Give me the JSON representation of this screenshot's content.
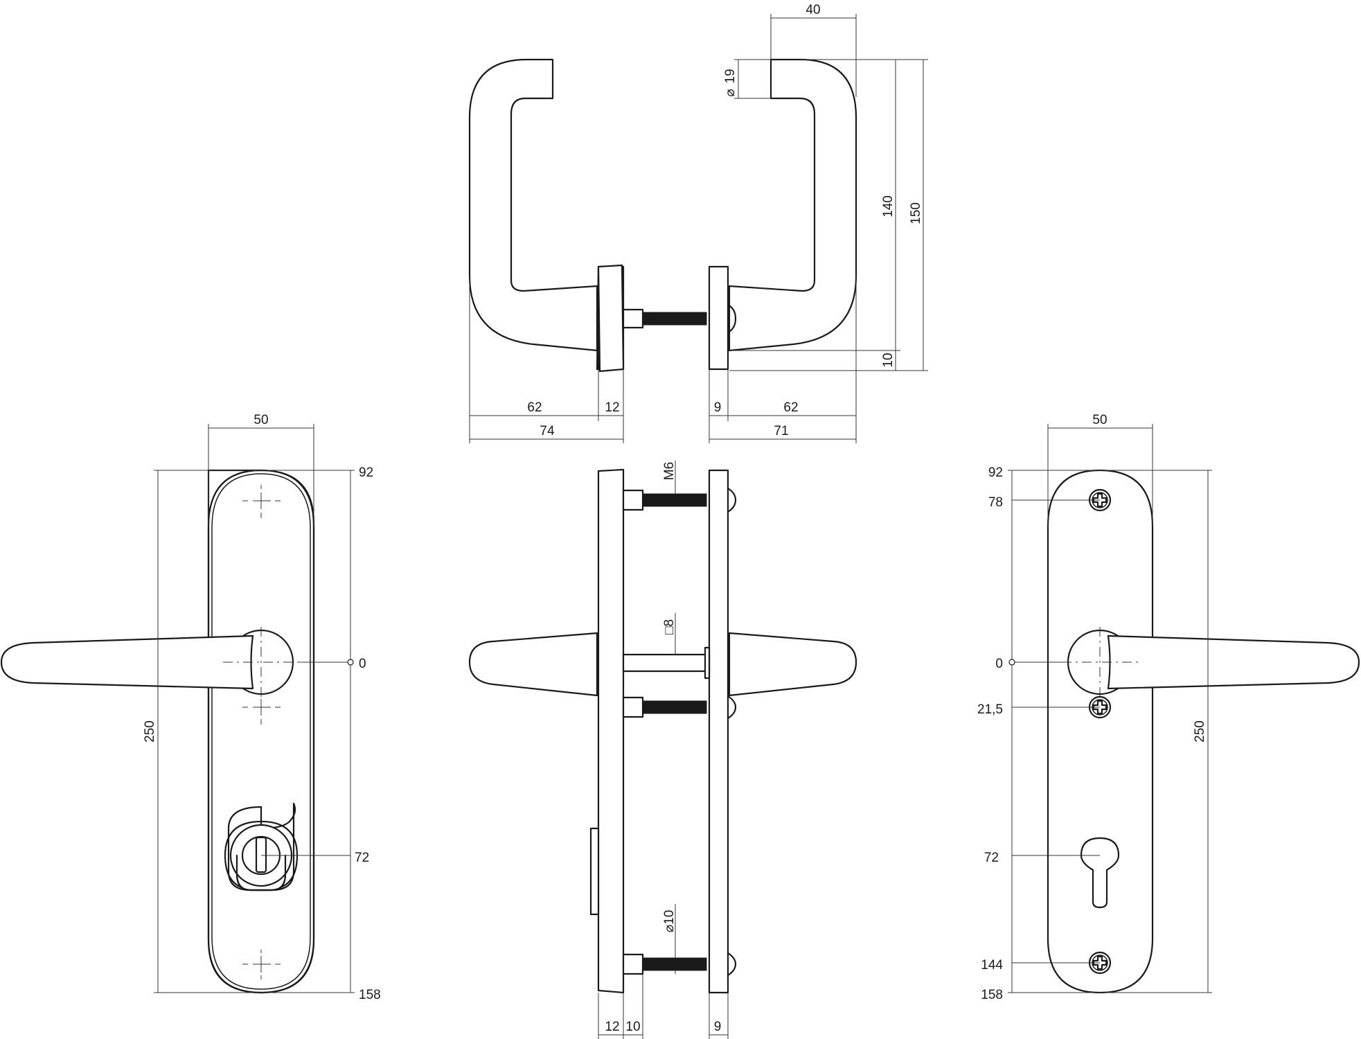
{
  "colors": {
    "line": "#1a1a1a",
    "background": "#ffffff"
  },
  "top_view": {
    "dims": {
      "grip_diameter": "19",
      "width_40": "40",
      "height_140": "140",
      "height_150": "150",
      "offset_10": "10",
      "left_62": "62",
      "left_12": "12",
      "left_74": "74",
      "right_9": "9",
      "right_62": "62",
      "right_71": "71"
    },
    "diameter_symbol": "⌀"
  },
  "left_plate": {
    "dims": {
      "width_50": "50",
      "top_92": "92",
      "center_0": "0",
      "cyl_72": "72",
      "bottom_158": "158",
      "length_250": "250"
    }
  },
  "center_side": {
    "dims": {
      "thread_m6": "M6",
      "square_8": "□8",
      "diameter_10": "⌀10",
      "plate_12": "12",
      "spacer_10": "10",
      "plate_9": "9"
    }
  },
  "right_plate": {
    "dims": {
      "width_50": "50",
      "top_92": "92",
      "screw_78": "78",
      "center_0": "0",
      "screw_21_5": "21,5",
      "cyl_72": "72",
      "screw_144": "144",
      "bottom_158": "158",
      "length_250": "250"
    }
  }
}
